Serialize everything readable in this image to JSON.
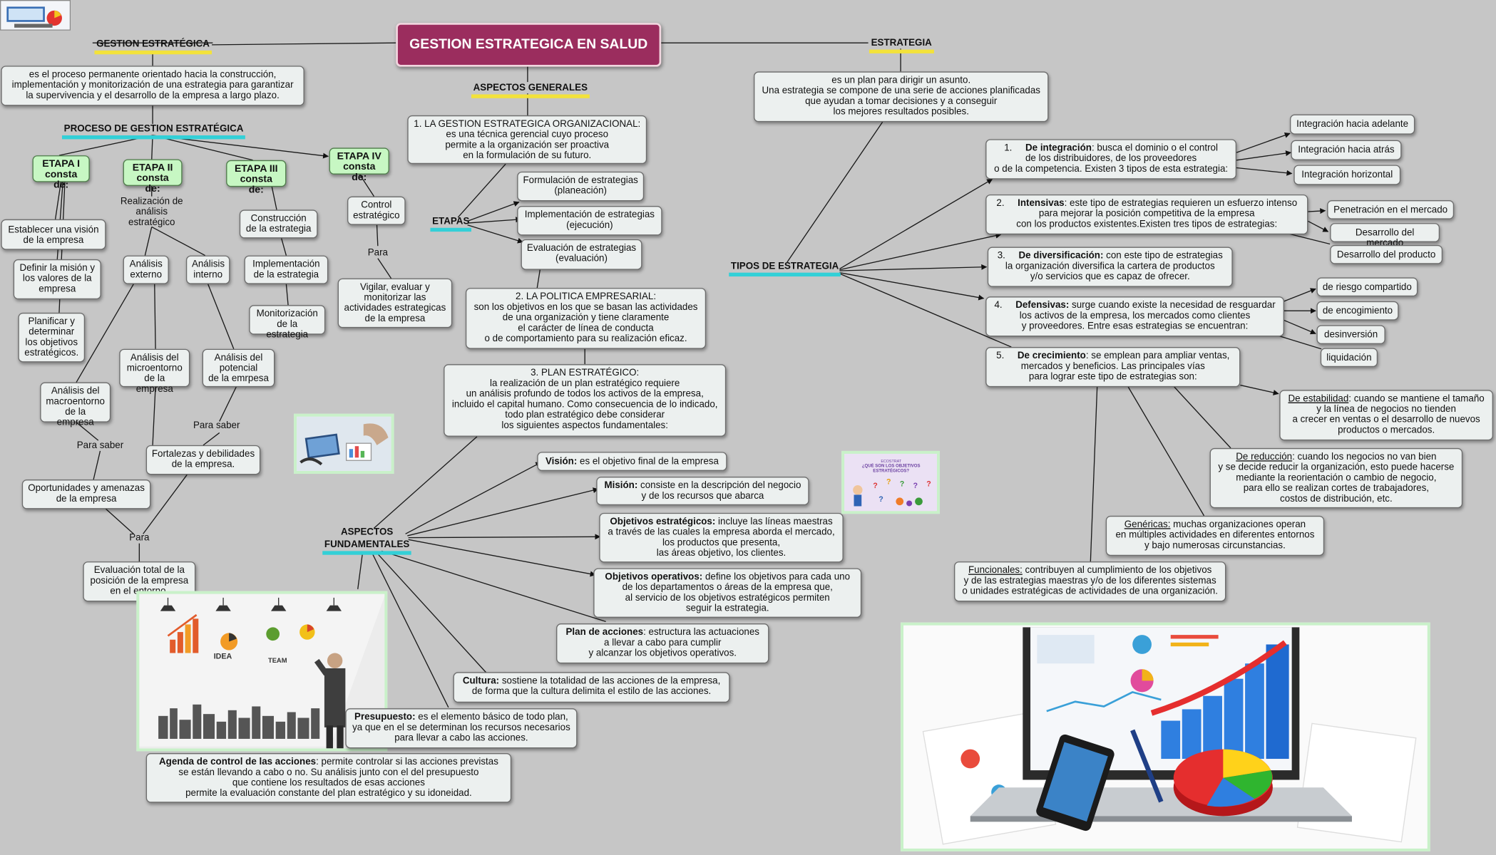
{
  "root": "GESTION ESTRATEGICA EN SALUD",
  "gestion_estrategica": {
    "label": "GESTION ESTRATÉGICA",
    "definition": "es el proceso permanente orientado hacia la construcción,\nimplementación y monitorización de una estrategia para garantizar\nla supervivencia y el desarrollo de la empresa a largo plazo."
  },
  "proceso": {
    "label": "PROCESO DE GESTION ESTRATÉGICA",
    "etapa1": "ETAPA I\nconsta de:",
    "etapa2": "ETAPA II\nconsta de:",
    "etapa3": "ETAPA III\nconsta de:",
    "etapa4": "ETAPA IV\nconsta de:",
    "vision": "Establecer una visión\nde la empresa",
    "mision": "Definir la misión y\nlos valores de la\nempresa",
    "planificar": "Planificar y\ndeterminar\nlos objetivos\nestratégicos.",
    "realizacion": "Realización de\nanálisis\nestratégico",
    "externo": "Análisis\nexterno",
    "interno": "Análisis\ninterno",
    "microentorno": "Análisis del\nmicroentorno\nde la empresa",
    "potencial": "Análisis del\npotencial\nde la emrpesa",
    "macroentorno": "Análisis del\nmacroentorno\nde la empresa",
    "para_saber_1": "Para saber",
    "para_saber_2": "Para saber",
    "fortalezas": "Fortalezas y debilidades\nde la empresa.",
    "oportunidades": "Oportunidades y amenazas\nde la empresa",
    "para": "Para",
    "evaluacion_total": "Evaluación total de la\nposición de la empresa\nen el entorno.",
    "construccion": "Construcción\nde la estrategia",
    "implementacion": "Implementación\nde la estrategia",
    "monitorizacion": "Monitorización\nde la estrategia",
    "control": "Control\nestratégico",
    "para_2": "Para",
    "vigilar": "Vigilar, evaluar y\nmonitorizar las\nactividades estrategicas\nde la empresa"
  },
  "aspectos_generales": {
    "label": "ASPECTOS GENERALES",
    "item1": "1.     LA GESTION ESTRATEGICA ORGANIZACIONAL:\nes una técnica gerencial cuyo proceso\npermite a la organización ser proactiva\nen la formulación de su futuro.",
    "etapas": "ETAPAS",
    "formulacion": "Formulación de estrategias\n(planeación)",
    "implementacion": "Implementación de estrategias\n(ejecución)",
    "evaluacion": "Evaluación de estrategias\n(evaluación)",
    "item2": "2.     LA POLITICA EMPRESARIAL:\nson los objetivos en los que se basan las actividades\nde una organización y tiene claramente\nel carácter de línea de conducta\no de comportamiento para su realización eficaz.",
    "item3": "3.     PLAN ESTRATÉGICO:\nla realización de un plan estratégico requiere\nun análisis profundo de todos los activos de la empresa,\nincluido el capital humano. Como consecuencia de lo indicado,\ntodo plan estratégico debe considerar\nlos siguientes aspectos fundamentales:"
  },
  "aspectos_fundamentales": {
    "label": "ASPECTOS\nFUNDAMENTALES",
    "vision_t": "Visión:",
    "vision_d": " es el objetivo final de la empresa",
    "mision_t": "Misión:",
    "mision_d": " consiste en la descripción del negocio\ny de los recursos que abarca",
    "obj_est_t": "Objetivos estratégicos:",
    "obj_est_d": " incluye las líneas maestras\na través de las cuales la empresa aborda el mercado,\nlos productos que presenta,\nlas áreas objetivo, los clientes.",
    "obj_op_t": "Objetivos operativos:",
    "obj_op_d": " define los objetivos para cada uno\nde los departamentos o áreas de la empresa que,\nal servicio de los objetivos estratégicos permiten\nseguir la estrategia.",
    "plan_t": "Plan de acciones",
    "plan_d": ": estructura las actuaciones\na llevar a cabo para cumplir\ny alcanzar los objetivos operativos.",
    "cultura_t": "Cultura:",
    "cultura_d": " sostiene la totalidad de las acciones de la empresa,\nde forma que la cultura delimita el estilo de las acciones.",
    "presupuesto_t": "Presupuesto:",
    "presupuesto_d": " es el elemento básico de todo plan,\nya que en el se determinan los recursos necesarios\npara llevar a cabo las acciones.",
    "agenda_t": "Agenda de control de las acciones",
    "agenda_d": ": permite controlar si las acciones previstas\nse están llevando a cabo o no. Su análisis junto con el del presupuesto\nque contiene los resultados de esas acciones\npermite la evaluación constante del plan estratégico y su idoneidad."
  },
  "estrategia": {
    "label": "ESTRATEGIA",
    "definition": "es un plan para dirigir un asunto.\nUna estrategia se compone de una serie de acciones planificadas\nque ayudan a tomar decisiones y a conseguir\nlos mejores resultados posibles.",
    "tipos_label": "TIPOS DE ESTRATEGIA",
    "t1_n": "1.     ",
    "t1_t": "De integración",
    "t1_d": ": busca el dominio o el control\nde los distribuidores, de los proveedores\no de la competencia. Existen 3 tipos de esta estrategia:",
    "t1_a": "Integración hacia adelante",
    "t1_b": "Integración hacia atrás",
    "t1_c": "Integración horizontal",
    "t2_n": "2.     ",
    "t2_t": "Intensivas",
    "t2_d": ": este tipo de estrategias requieren un esfuerzo intenso\npara mejorar la posición competitiva de la empresa\ncon los productos existentes.Existen tres tipos de estrategias:",
    "t2_a": "Penetración en el mercado",
    "t2_b": "Desarrollo del mercado",
    "t2_c": "Desarrollo del producto",
    "t3_n": "3.     ",
    "t3_t": "De diversificación:",
    "t3_d": " con este tipo de estrategias\nla organización diversifica la cartera de productos\ny/o servicios que es capaz de ofrecer.",
    "t4_n": "4.     ",
    "t4_t": "Defensivas:",
    "t4_d": " surge cuando existe la necesidad de resguardar\nlos activos de la empresa, los mercados como clientes\ny proveedores. Entre esas estrategias se encuentran:",
    "t4_a": "de riesgo compartido",
    "t4_b": "de encogimiento",
    "t4_c": "desinversión",
    "t4_d2": "liquidación",
    "t5_n": "5.     ",
    "t5_t": "De crecimiento",
    "t5_d": ": se emplean para ampliar ventas,\nmercados y beneficios. Las principales vías\npara lograr este tipo de estrategias son:",
    "estab_t": "De estabilidad",
    "estab_d": ": cuando se mantiene el tamaño\ny la línea de negocios no tienden\na crecer en ventas o el desarrollo de nuevos\nproductos o mercados.",
    "reduc_t": "De reducción",
    "reduc_d": ": cuando los negocios no van bien\ny se decide reducir la organización, esto puede hacerse\nmediante la reorientación o cambio de negocio,\npara ello se realizan cortes de trabajadores,\ncostos de distribución, etc.",
    "gener_t": "Genéricas:",
    "gener_d": " muchas organizaciones operan\nen múltiples actividades en diferentes entornos\ny bajo numerosas circunstancias.",
    "func_t": "Funcionales:",
    "func_d": " contribuyen al cumplimiento de los objetivos\ny de las estrategias maestras y/o de los diferentes sistemas\no unidades estratégicas de actividades de una organización."
  },
  "images": {
    "poster_title": "¿QUÉ SON LOS OBJETIVOS ESTRATÉGICOS?",
    "poster_brand": "ECOSTRAT",
    "wall_idea": "IDEA",
    "wall_team": "TEAM"
  },
  "colors": {
    "background": "#c6c6c6",
    "root": "#9b2d5e",
    "node": "#ecf0ef",
    "etapa": "#c7f7c3",
    "yellow_underline": "#f3e23a",
    "cyan_underline": "#33d0d7"
  }
}
